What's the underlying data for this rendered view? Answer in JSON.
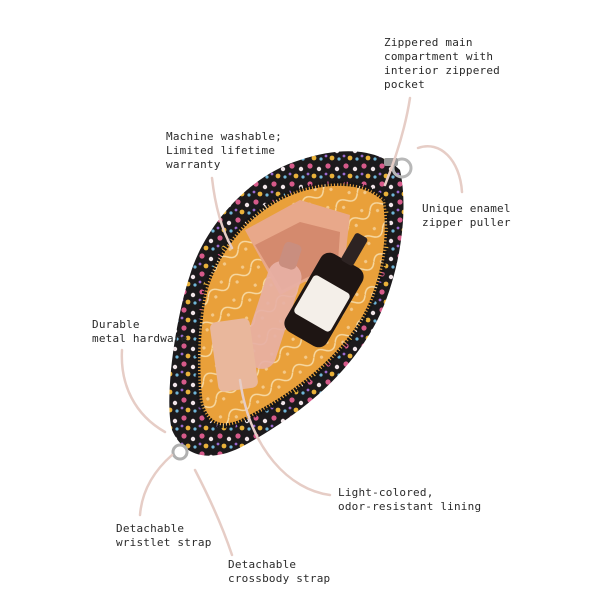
{
  "callouts": {
    "zippered_compartment": "Zippered main\ncompartment with\ninterior zippered\npocket",
    "machine_washable": "Machine washable;\nLimited lifetime\nwarranty",
    "enamel_puller": "Unique enamel\nzipper puller",
    "metal_hardware": "Durable\nmetal hardware",
    "lining": "Light-colored,\nodor-resistant lining",
    "wristlet_strap": "Detachable\nwristlet strap",
    "crossbody_strap": "Detachable\ncrossbody strap"
  },
  "colors": {
    "leader_line": "#e6cdc6",
    "lining": "#e9a03a",
    "pattern_bg": "#1c1a1c",
    "zipper": "#151515"
  },
  "icons": [
    "pouch-image"
  ]
}
